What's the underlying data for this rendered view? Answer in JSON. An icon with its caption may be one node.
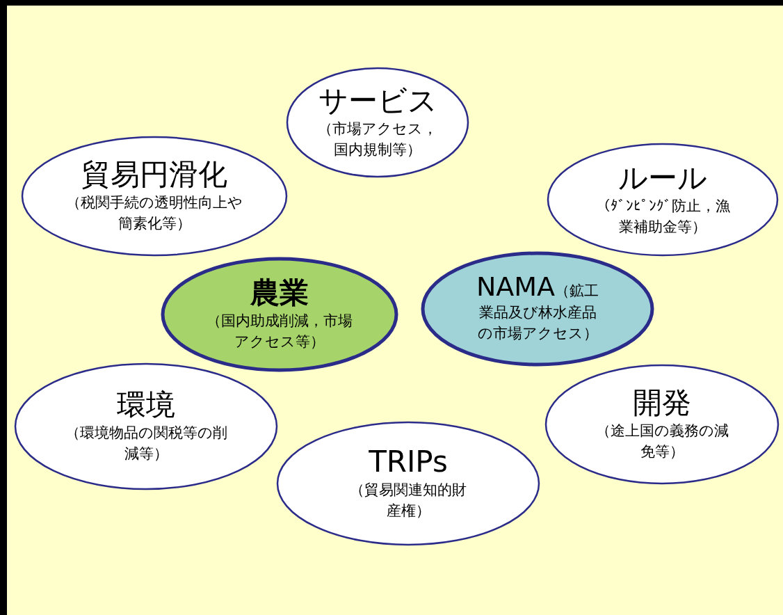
{
  "diagram": {
    "nodes": [
      {
        "text": [
          "サービス",
          "（市場アクセス，国内規制等）"
        ]
      },
      {
        "text": [
          "貿易円滑化",
          "（税関手続の透明性向上や簡素化等）"
        ]
      },
      {
        "text": [
          "ルール",
          "（ﾀﾞﾝﾋﾟﾝｸﾞ防止，漁業補助金等）"
        ]
      },
      {
        "text": [
          "農業",
          "（国内助成削減，市場アクセス等）"
        ]
      },
      {
        "text": [
          "NAMA",
          "（鉱工業品及び林水産品の市場アクセス）"
        ]
      },
      {
        "text": [
          "環境",
          "（環境物品の関税等の削減等）"
        ]
      },
      {
        "text": [
          "開発",
          "（途上国の義務の減免等）"
        ]
      },
      {
        "text": [
          "TRIPs",
          "（貿易関連知的財産権）"
        ]
      }
    ]
  }
}
